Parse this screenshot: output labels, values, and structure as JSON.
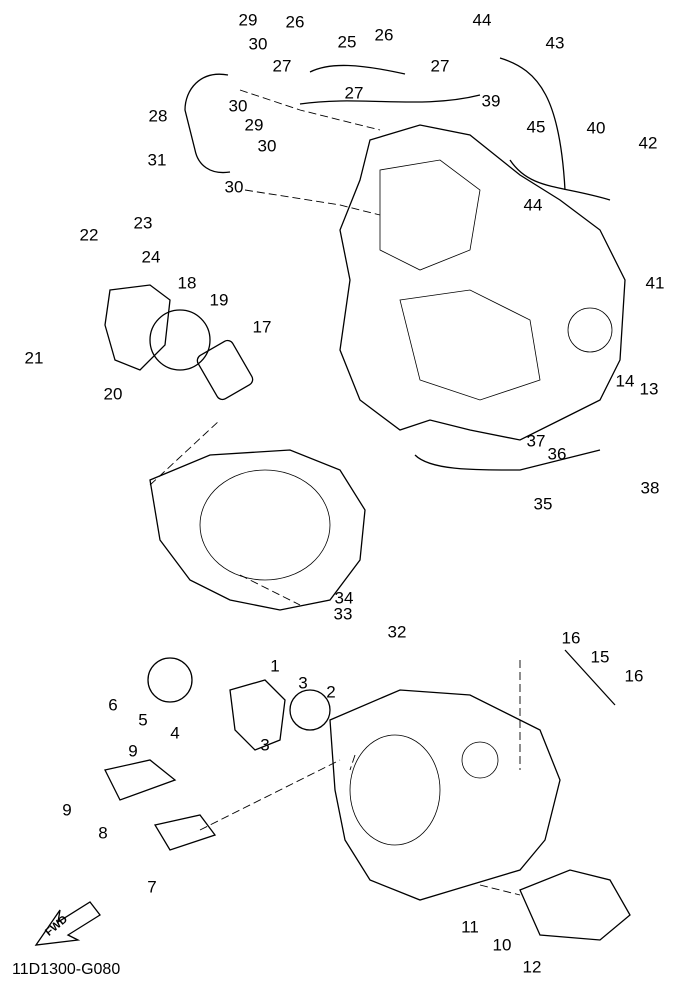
{
  "diagram": {
    "figure_code": "11D1300-G080",
    "fwd_label": "FWD",
    "callouts": [
      "29",
      "30",
      "26",
      "25",
      "26",
      "27",
      "27",
      "27",
      "44",
      "43",
      "39",
      "28",
      "30",
      "29",
      "30",
      "45",
      "40",
      "42",
      "31",
      "30",
      "44",
      "41",
      "22",
      "23",
      "24",
      "18",
      "19",
      "17",
      "21",
      "20",
      "14",
      "13",
      "37",
      "36",
      "38",
      "35",
      "34",
      "33",
      "32",
      "16",
      "15",
      "16",
      "1",
      "3",
      "2",
      "6",
      "5",
      "4",
      "3",
      "9",
      "9",
      "8",
      "7",
      "11",
      "10",
      "12"
    ]
  }
}
